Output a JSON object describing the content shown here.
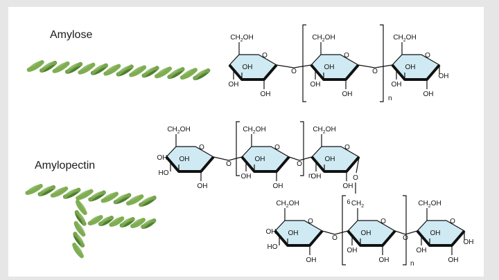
{
  "labels": {
    "amylose": "Amylose",
    "amylopectin": "Amylopectin"
  },
  "chem": {
    "ch2oh": "CH2OH",
    "o": "O",
    "oh": "OH",
    "ho": "HO",
    "n": "n",
    "six": "6",
    "ch2": "CH2"
  },
  "colors": {
    "ring_fill": "#cfeaf2",
    "helix_green": "#7fae52",
    "helix_dark": "#4f7f2f",
    "bond": "#111111"
  }
}
